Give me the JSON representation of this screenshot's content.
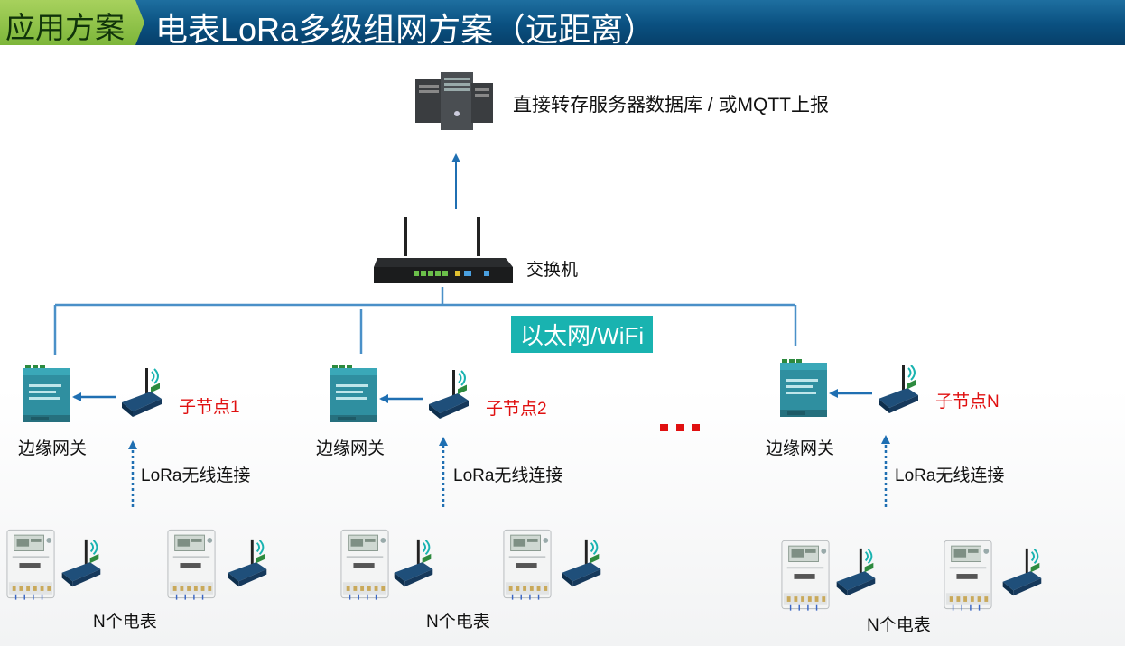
{
  "header": {
    "tag": "应用方案",
    "title": "电表LoRa多级组网方案（远距离）"
  },
  "server": {
    "label": "直接转存服务器数据库 / 或MQTT上报"
  },
  "switch": {
    "label": "交换机"
  },
  "network": {
    "label": "以太网/WiFi"
  },
  "clusters": [
    {
      "gateway_label": "边缘网关",
      "node_label": "子节点1",
      "link_label": "LoRa无线连接",
      "meters_label": "N个电表"
    },
    {
      "gateway_label": "边缘网关",
      "node_label": "子节点2",
      "link_label": "LoRa无线连接",
      "meters_label": "N个电表"
    },
    {
      "gateway_label": "边缘网关",
      "node_label": "子节点N",
      "link_label": "LoRa无线连接",
      "meters_label": "N个电表"
    }
  ],
  "colors": {
    "header_bg": "#0a5080",
    "tag_bg": "#7db63a",
    "line": "#4a90c8",
    "arrow": "#1f6fb2",
    "node_text": "#e01010",
    "network_badge": "#19b3b0",
    "ellipsis": "#e01010"
  }
}
